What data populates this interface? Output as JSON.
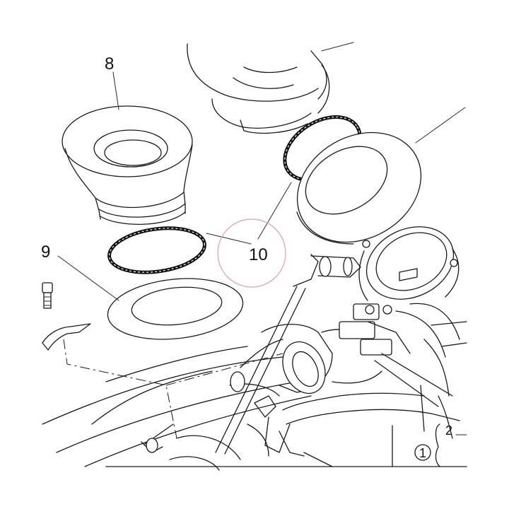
{
  "diagram": {
    "callouts": {
      "part_8": "8",
      "part_9": "9",
      "part_10": "10",
      "ref_2": "2",
      "ref_1": "1"
    },
    "colors": {
      "line": "#1a1a1a",
      "background": "#ffffff",
      "highlight_circle": "#d9a0a8"
    }
  }
}
